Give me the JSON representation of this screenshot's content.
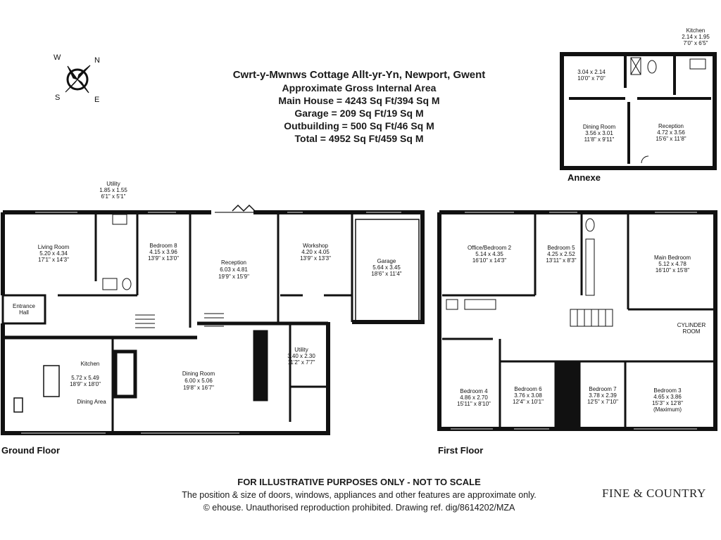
{
  "header": {
    "title": "Cwrt-y-Mwnws Cottage Allt-yr-Yn, Newport, Gwent",
    "subtitle": "Approximate Gross Internal Area",
    "main_house": "Main House = 4243 Sq Ft/394 Sq M",
    "garage": "Garage = 209 Sq Ft/19 Sq M",
    "outbuilding": "Outbuilding = 500 Sq Ft/46 Sq M",
    "total": "Total = 4952 Sq Ft/459 Sq M"
  },
  "compass": {
    "n": "N",
    "s": "S",
    "e": "E",
    "w": "W"
  },
  "floors": {
    "ground": "Ground Floor",
    "first": "First Floor",
    "annexe": "Annexe"
  },
  "rooms": {
    "utility_top": [
      "Utility",
      "1.85 x 1.55",
      "6'1\" x 5'1\""
    ],
    "living": [
      "Living Room",
      "5.20 x 4.34",
      "17'1\" x 14'3\""
    ],
    "bed8": [
      "Bedroom 8",
      "4.15 x 3.96",
      "13'9\" x 13'0\""
    ],
    "reception": [
      "Reception",
      "6.03 x 4.81",
      "19'9\" x 15'9\""
    ],
    "workshop": [
      "Workshop",
      "4.20 x 4.05",
      "13'9\" x 13'3\""
    ],
    "garage": [
      "Garage",
      "5.64 x 3.45",
      "18'6\" x 11'4\""
    ],
    "entrance": [
      "Entrance",
      "Hall"
    ],
    "kitchen": [
      "Kitchen",
      "5.72 x 5.49",
      "18'9\" x 18'0\"",
      "Dining Area"
    ],
    "dining": [
      "Dining Room",
      "6.00 x 5.06",
      "19'8\" x 16'7\""
    ],
    "utility_low": [
      "Utility",
      "3.40 x 2.30",
      "11'2\" x 7'7\""
    ],
    "office": [
      "Office/Bedroom 2",
      "5.14 x 4.35",
      "16'10\" x 14'3\""
    ],
    "bed5": [
      "Bedroom 5",
      "4.25 x 2.52",
      "13'11\" x 8'3\""
    ],
    "main_bed": [
      "Main Bedroom",
      "5.12 x 4.78",
      "16'10\" x 15'8\""
    ],
    "cylinder": [
      "CYLINDER",
      "ROOM"
    ],
    "bed4": [
      "Bedroom 4",
      "4.86 x 2.70",
      "15'11\" x 8'10\""
    ],
    "bed6": [
      "Bedroom 6",
      "3.76 x 3.08",
      "12'4\" x 10'1\""
    ],
    "bed7": [
      "Bedroom 7",
      "3.78 x 2.39",
      "12'5\" x 7'10\""
    ],
    "bed3": [
      "Bedroom 3",
      "4.65 x 3.86",
      "15'3\" x 12'8\"",
      "(Maximum)"
    ],
    "annexe_kitchen": [
      "Kitchen",
      "2.14 x 1.95",
      "7'0\" x 6'5\""
    ],
    "annexe_room": [
      "3.04 x 2.14",
      "10'0\" x 7'0\""
    ],
    "annexe_dining": [
      "Dining Room",
      "3.56 x 3.01",
      "11'8\" x 9'11\""
    ],
    "annexe_reception": [
      "Reception",
      "4.72 x 3.56",
      "15'6\" x 11'8\""
    ]
  },
  "footer": {
    "line1": "FOR ILLUSTRATIVE PURPOSES ONLY - NOT TO SCALE",
    "line2": "The position & size of doors, windows, appliances and other features are approximate only.",
    "line3": "© ehouse. Unauthorised reproduction prohibited. Drawing ref. dig/8614202/MZA"
  },
  "brand": "FINE & COUNTRY"
}
